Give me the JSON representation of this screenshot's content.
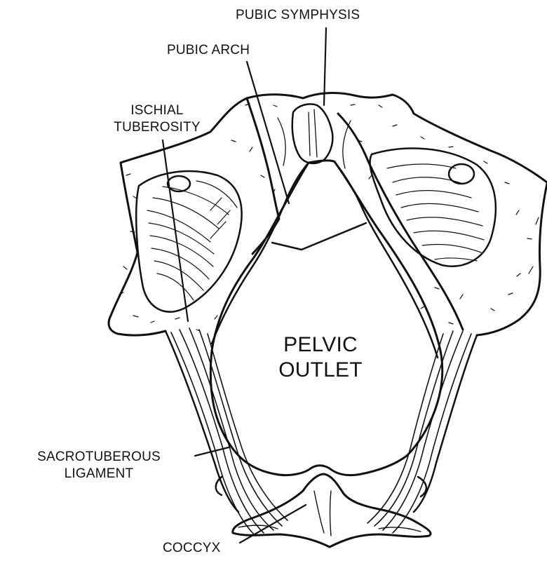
{
  "labels": {
    "pubic_symphysis": "PUBIC SYMPHYSIS",
    "pubic_arch": "PUBIC ARCH",
    "ischial_tuberosity_1": "ISCHIAL",
    "ischial_tuberosity_2": "TUBEROSITY",
    "pelvic_outlet_1": "PELVIC",
    "pelvic_outlet_2": "OUTLET",
    "sacrotuberous_1": "SACROTUBEROUS",
    "sacrotuberous_2": "LIGAMENT",
    "coccyx": "COCCYX"
  },
  "colors": {
    "ink": "#111111",
    "paper": "#ffffff"
  }
}
